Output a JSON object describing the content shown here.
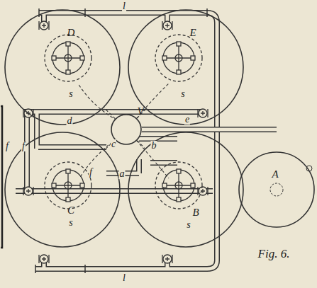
{
  "diagram": {
    "caption": "Fig. 6.",
    "nodes": [
      {
        "text": [
          "D"
        ]
      },
      {
        "text": [
          "E"
        ]
      },
      {
        "text": [
          "C"
        ]
      },
      {
        "text": [
          "B"
        ]
      },
      {
        "text": [
          "A"
        ]
      },
      {
        "text": [
          "V"
        ]
      }
    ],
    "edges": [
      {
        "from": 5,
        "to": 0,
        "arrow": "none"
      },
      {
        "from": 5,
        "to": 1,
        "arrow": "none"
      },
      {
        "from": 5,
        "to": 2,
        "arrow": "none"
      },
      {
        "from": 5,
        "to": 3,
        "arrow": "none"
      },
      {
        "from": 5,
        "to": 4,
        "label": "e",
        "arrow": "none"
      }
    ],
    "labels": [
      "s",
      "s",
      "s",
      "s",
      "c",
      "d",
      "b",
      "a",
      "f",
      "f",
      "f",
      "l",
      "l"
    ]
  }
}
